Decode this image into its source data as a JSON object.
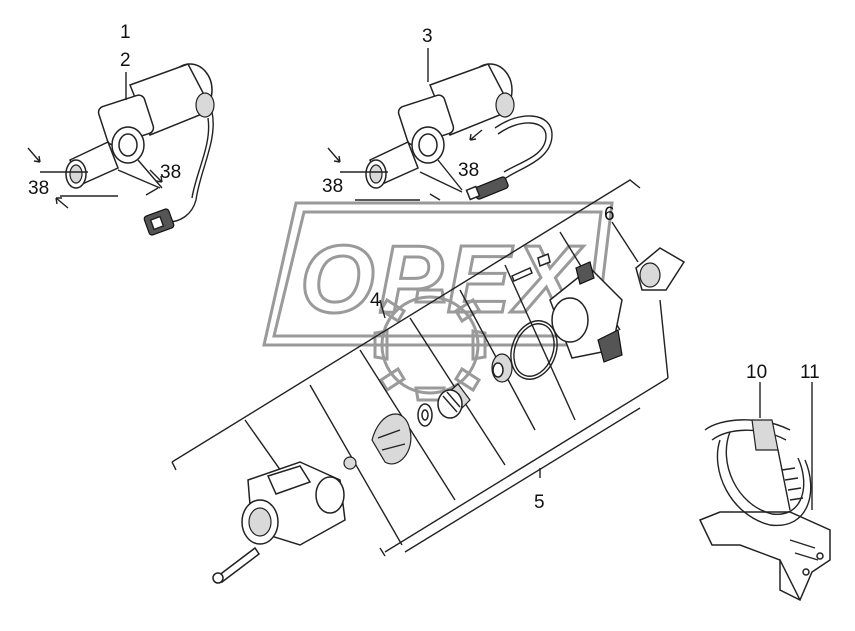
{
  "watermark": {
    "text": "OPEX"
  },
  "callouts": {
    "c1": "1",
    "c2": "2",
    "c3": "3",
    "c4": "4",
    "c5": "5",
    "c6": "6",
    "c10": "10",
    "c11": "11",
    "c38_left_a": "38",
    "c38_left_b": "38",
    "c38_mid_a": "38",
    "c38_mid_b": "38"
  }
}
